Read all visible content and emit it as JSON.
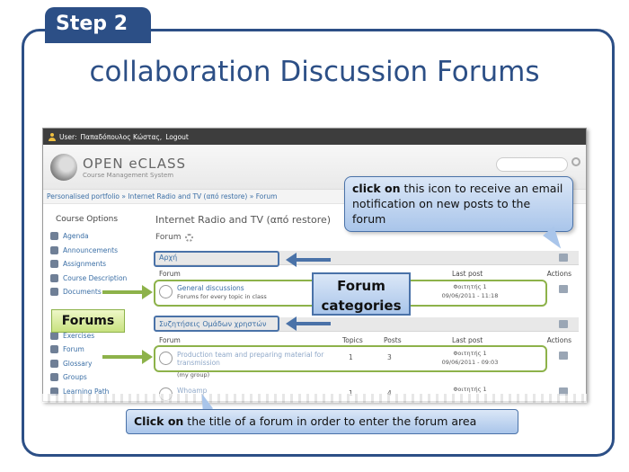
{
  "slide": {
    "step_label": "Step 2",
    "title": "collaboration Discussion Forums"
  },
  "topbar": {
    "user_prefix": "User:",
    "user_name": "Παπαδόπουλος Κώστας,",
    "logout": "Logout"
  },
  "logo": {
    "name": "OPEN eCLASS",
    "subtitle": "Course Management System"
  },
  "breadcrumb": "Personalised portfolio » Internet Radio and TV (από restore) » Forum",
  "sidebar": {
    "title": "Course Options",
    "items": [
      {
        "label": "Agenda",
        "icon": "calendar-icon"
      },
      {
        "label": "Announcements",
        "icon": "megaphone-icon"
      },
      {
        "label": "Assignments",
        "icon": "book-icon"
      },
      {
        "label": "Course Description",
        "icon": "tag-icon"
      },
      {
        "label": "Documents",
        "icon": "folder-icon"
      },
      {
        "label": "Exercises",
        "icon": "exercise-icon"
      },
      {
        "label": "Forum",
        "icon": "forum-icon"
      },
      {
        "label": "Glossary",
        "icon": "glossary-icon"
      },
      {
        "label": "Groups",
        "icon": "groups-icon"
      },
      {
        "label": "Learning Path",
        "icon": "path-icon"
      }
    ]
  },
  "main": {
    "course_title": "Internet Radio and TV (από restore)",
    "forum_label": "Forum",
    "categories": [
      {
        "name": "Αρχή",
        "columns": [
          "Forum",
          "Last post",
          "Actions"
        ],
        "forums": [
          {
            "name": "General discussions",
            "desc": "Forums for every topic in class",
            "last_post_user": "Φοιτητής 1",
            "last_post_date": "09/06/2011 - 11:18"
          }
        ]
      },
      {
        "name": "Συζητήσεις Ομάδων χρηστών",
        "columns": [
          "Forum",
          "Topics",
          "Posts",
          "Last post",
          "Actions"
        ],
        "forums": [
          {
            "name": "Production team and preparing material for transmission",
            "desc": "(my group)",
            "topics": "1",
            "posts": "3",
            "last_post_user": "Φοιτητής 1",
            "last_post_date": "09/06/2011 - 09:03"
          },
          {
            "name": "Whoamp",
            "desc": "",
            "topics": "1",
            "posts": "4",
            "last_post_user": "Φοιτητής 1",
            "last_post_date": ""
          }
        ]
      }
    ]
  },
  "callouts": {
    "notify_bold": "click on",
    "notify_rest": "this icon to receive an email notification on new posts to the forum",
    "forum_categories": "Forum categories",
    "forums": "Forums",
    "click_bold": "Click on",
    "click_rest": "the title of a forum in order to enter the forum area"
  },
  "colors": {
    "frame_blue": "#2c4f86",
    "callout_blue": "#a9c5ea",
    "highlight_green": "#8db24a"
  }
}
